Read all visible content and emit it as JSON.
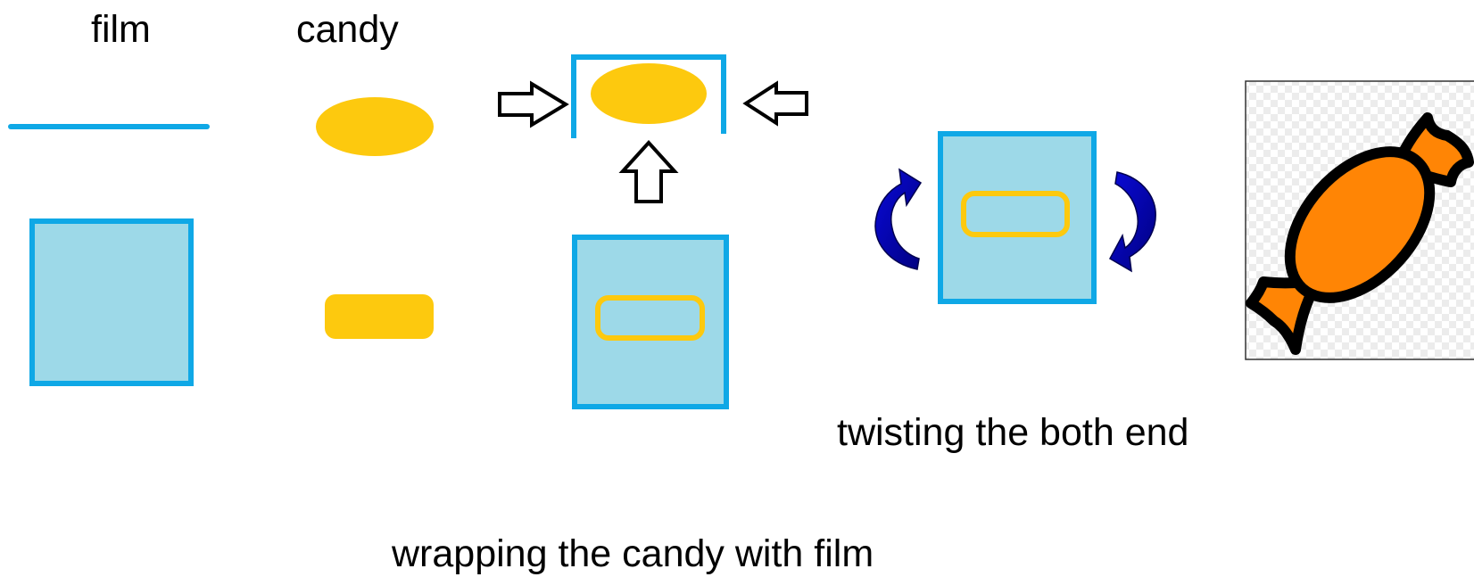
{
  "labels": {
    "film": "film",
    "candy": "candy",
    "twisting": "twisting the both end",
    "wrapping": "wrapping the candy with film"
  },
  "colors": {
    "film": "#0fa8e6",
    "film_fill": "#9dd9e8",
    "candy": "#fdc90e",
    "arrow_outline": "#000000",
    "twist_arrow": "#0a0ad8",
    "twist_arrow_dark": "#000080",
    "sweet_fill": "#ff8505",
    "sweet_outline": "#000000",
    "checker_light": "#ffffff",
    "checker_dark": "#ececec",
    "frame": "#333333"
  },
  "icons": {
    "push_right": "arrow-right-outline-icon",
    "push_left": "arrow-left-outline-icon",
    "push_up": "arrow-up-outline-icon",
    "twist_left": "curved-arrow-icon",
    "twist_right": "curved-arrow-icon",
    "result": "wrapped-candy-icon"
  }
}
